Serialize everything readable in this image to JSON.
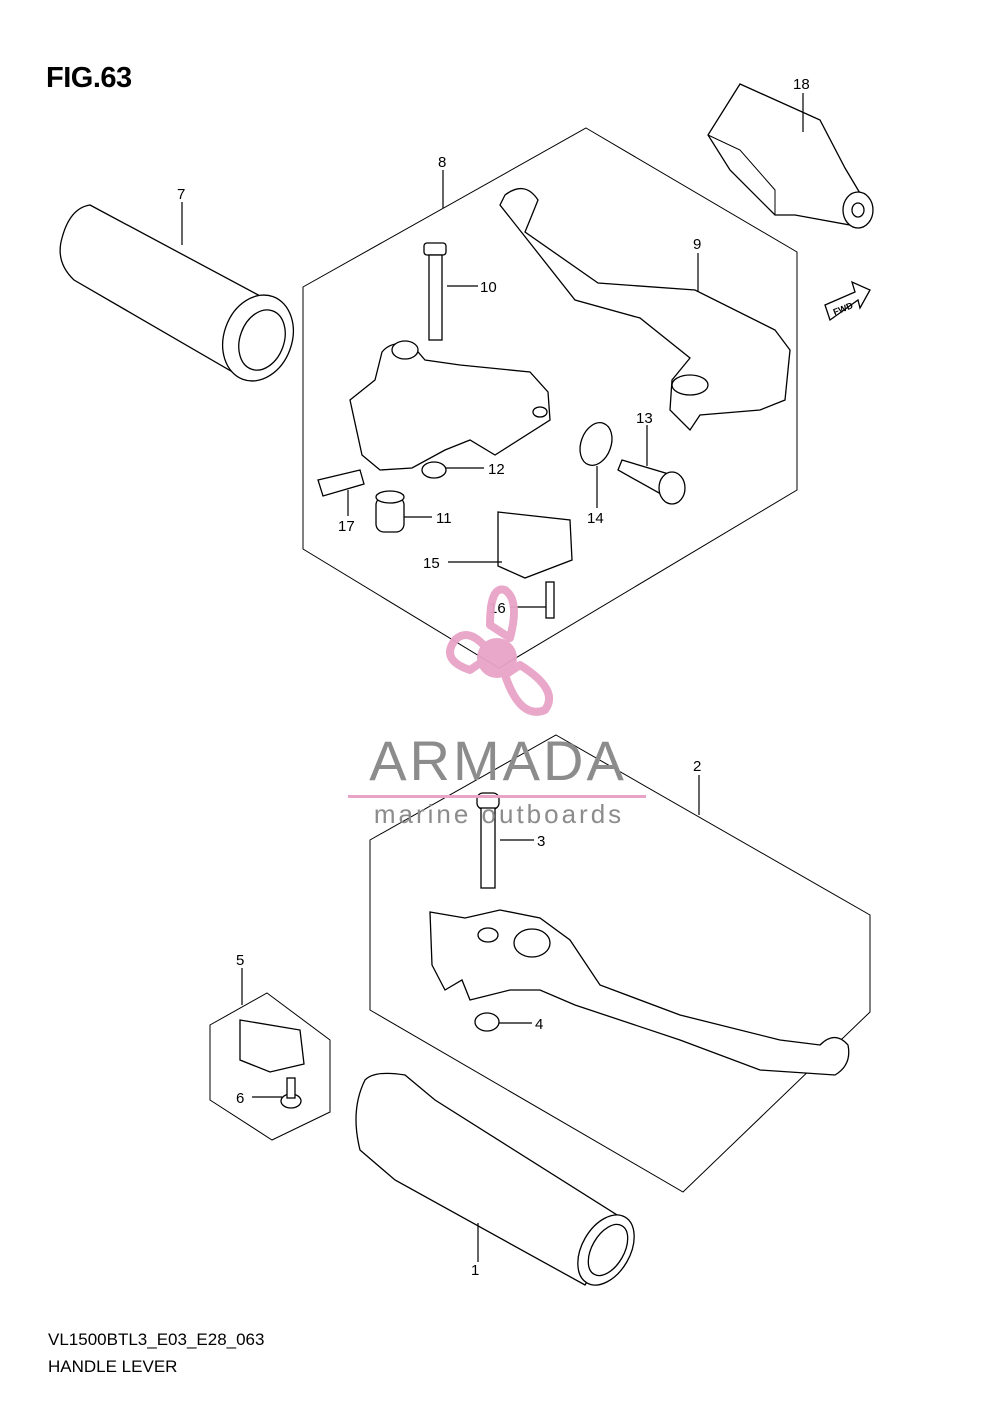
{
  "figure": {
    "title": "FIG.63",
    "code": "VL1500BTL3_E03_E28_063",
    "name": "HANDLE LEVER"
  },
  "watermark": {
    "brand": "ARMADA",
    "tagline": "marine outboards",
    "colors": {
      "logo": "#e8a3c7",
      "text": "#8c8c8c"
    }
  },
  "direction_badge": {
    "label": "FWD"
  },
  "callouts": [
    "1",
    "2",
    "3",
    "4",
    "5",
    "6",
    "7",
    "8",
    "9",
    "10",
    "11",
    "12",
    "13",
    "14",
    "15",
    "16",
    "17",
    "18"
  ]
}
